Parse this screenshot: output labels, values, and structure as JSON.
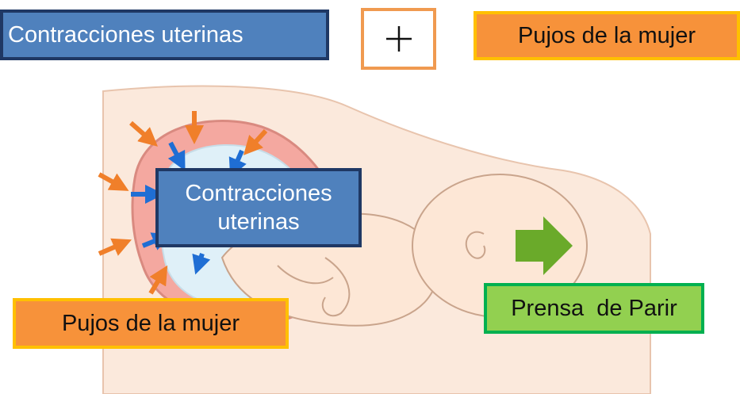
{
  "labels": {
    "top_left": "Contracciones uterinas",
    "plus_symbol": "+",
    "top_right": "Pujos de la mujer",
    "center_line1": "Contracciones",
    "center_line2": "uterinas",
    "bottom_left": "Pujos de la mujer",
    "bottom_right": "Prensa  de Parir"
  },
  "colors": {
    "blue_fill": "#4f81bd",
    "blue_border": "#1f3864",
    "orange_fill": "#f7923a",
    "orange_border": "#ffc000",
    "green_fill": "#92d050",
    "green_border": "#00b050",
    "arrow_orange": "#f07f2a",
    "arrow_blue": "#1f6ed4",
    "arrow_green": "#6aaa2a"
  },
  "icons": {
    "plus": "plus-icon",
    "push_arrow": "orange-arrow-icon",
    "contraction_arrow": "blue-arrow-icon",
    "direction_arrow": "green-arrow-icon"
  }
}
